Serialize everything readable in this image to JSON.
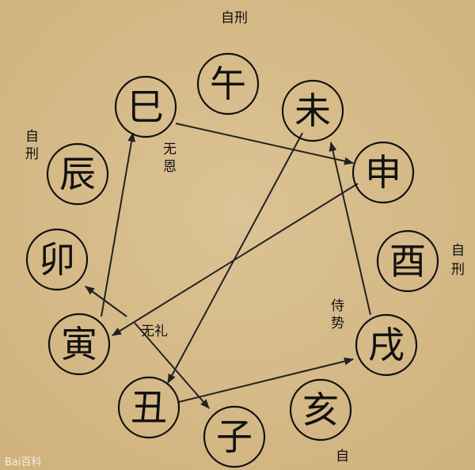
{
  "branches": {
    "wu": "午",
    "wei": "未",
    "si": "巳",
    "shen": "申",
    "chen": "辰",
    "you": "酉",
    "mao": "卯",
    "xu": "戌",
    "yin": "寅",
    "chou": "丑",
    "hai": "亥",
    "zi": "子"
  },
  "notes": {
    "self_punish_top": "自刑",
    "self_punish_left": "自刑",
    "self_punish_right": "自刑",
    "self_punish_bottom": "自",
    "no_grace": "无恩",
    "no_courtesy": "无礼",
    "bully": "侍势"
  },
  "relations": [
    {
      "from": "巳",
      "to": "申"
    },
    {
      "from": "申",
      "to": "寅"
    },
    {
      "from": "寅",
      "to": "巳"
    },
    {
      "from": "未",
      "to": "丑"
    },
    {
      "from": "丑",
      "to": "戌"
    },
    {
      "from": "戌",
      "to": "未"
    },
    {
      "from": "子",
      "to": "卯"
    },
    {
      "from": "卯",
      "to": "子"
    }
  ],
  "watermark": "Bai百科"
}
